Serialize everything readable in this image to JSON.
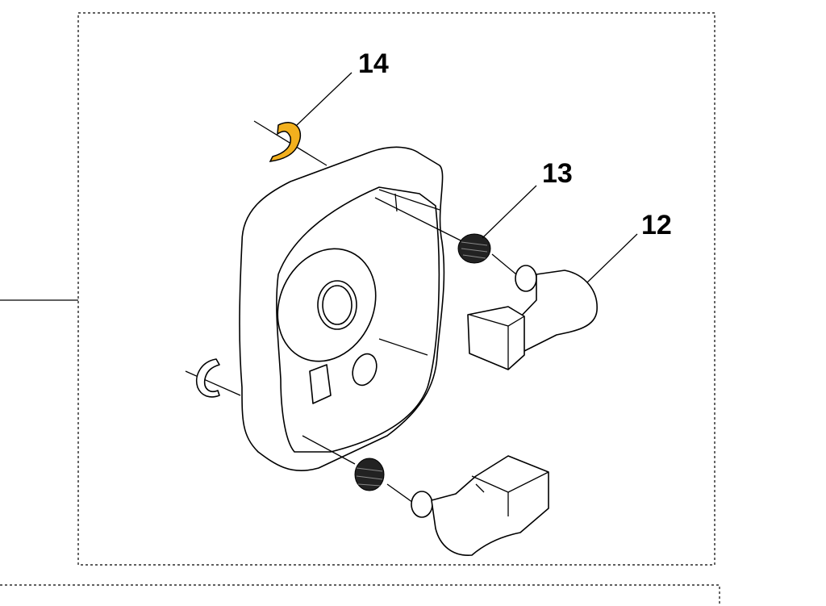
{
  "diagram": {
    "callouts": [
      {
        "id": "callout-14",
        "label": "14"
      },
      {
        "id": "callout-13",
        "label": "13"
      },
      {
        "id": "callout-12",
        "label": "12"
      }
    ],
    "colors": {
      "highlight": "#f2b01e",
      "line": "#000000"
    }
  }
}
